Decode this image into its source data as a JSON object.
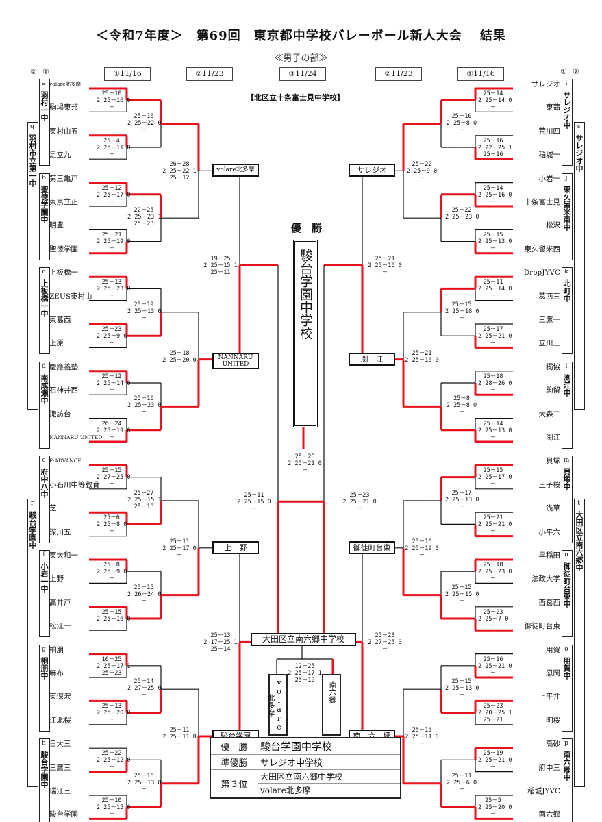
{
  "title": "＜令和7年度＞　第69回　東京都中学校バレーボール新人大会　 結果",
  "subtitle": "≪男子の部≫",
  "venue": "【北区立十条富士見中学校】",
  "col_labels": {
    "left_outer": "②",
    "left_inner": "①",
    "right_inner": "①",
    "right_outer": "②"
  },
  "rounds": [
    "①11/16",
    "②11/23",
    "③11/24",
    "②11/23",
    "①11/16"
  ],
  "left_teams": [
    "volare北多摩",
    "駒場東邦",
    "東村山五",
    "足立九",
    "第三亀戸",
    "東京立正",
    "明豊",
    "聖徳学園",
    "上板橋一",
    "ZEUS東村山",
    "東葛西",
    "上原",
    "慶應義塾",
    "石神井西",
    "諏訪台",
    "NANNARU UNITED",
    "F-ADVANCE",
    "小石川中等教育",
    "芝",
    "深川五",
    "東大和一",
    "上野",
    "高井戸",
    "松江一",
    "桐朋",
    "麻布",
    "東深沢",
    "江北桜",
    "日大三",
    "三鷹三",
    "瑞江三",
    "駿台学園"
  ],
  "right_teams": [
    "サレジオ",
    "東蒲",
    "荒川四",
    "稲城一",
    "小岩一",
    "十条富士見",
    "松沢",
    "東久留米西",
    "DropJYVC",
    "葛西三",
    "三鷹一",
    "立川三",
    "獨協",
    "駒留",
    "大森二",
    "渕江",
    "貝塚",
    "王子桜",
    "浅草",
    "小平六",
    "早稲田",
    "法政大学",
    "西葛西",
    "御徒町台東",
    "用賀",
    "忍岡",
    "上平井",
    "明桜",
    "高砂",
    "府中三",
    "稲城JYVC",
    "南六郷"
  ],
  "left_groups": [
    {
      "letter": "a",
      "name": "羽村一中"
    },
    {
      "letter": "b",
      "name": "聖徳学園中"
    },
    {
      "letter": "c",
      "name": "上板橋一中"
    },
    {
      "letter": "d",
      "name": "南成瀬中"
    },
    {
      "letter": "e",
      "name": "府中八中"
    },
    {
      "letter": "f",
      "name": "小岩一中"
    },
    {
      "letter": "g",
      "name": "桐朋中"
    },
    {
      "letter": "h",
      "name": "駿台学園中"
    }
  ],
  "left_outer_groups": [
    {
      "letter": "q",
      "name": "羽村市立第一中"
    },
    {
      "letter": "r",
      "name": "駿台学園中"
    }
  ],
  "right_groups": [
    {
      "letter": "i",
      "name": "サレジオ中"
    },
    {
      "letter": "j",
      "name": "東久留米南中"
    },
    {
      "letter": "k",
      "name": "北町中"
    },
    {
      "letter": "l",
      "name": "渕江中"
    },
    {
      "letter": "m",
      "name": "貝塚中"
    },
    {
      "letter": "n",
      "name": "御徒町台東中"
    },
    {
      "letter": "o",
      "name": "用賀中"
    },
    {
      "letter": "p",
      "name": "南六郷中"
    }
  ],
  "right_outer_groups": [
    {
      "letter": "s",
      "name": "サレジオ中"
    },
    {
      "letter": "t",
      "name": "大田区立南六郷中"
    }
  ],
  "left_r1_scores": [
    "25－10\n2 25－16 0\n－",
    "25－4\n2 25－11 0\n－",
    "25－12\n2 25－17 0\n－",
    "25－21\n2 25－19 0\n－",
    "25－13\n2 25－23 0\n－",
    "25－23\n2 25－9 0\n－",
    "25－12\n2 25－14 0\n－",
    "26－24\n2 25－19 0\n－",
    "25－15\n2 27－25 0\n－",
    "25－6\n2 25－8 0\n－",
    "25－8\n2 25－9 0\n－",
    "25－15\n2 25－16 0\n－",
    "16－25\n2 25－17 1\n25－23",
    "25－13\n2 25－20 0\n－",
    "25－22\n2 25－12 0\n－",
    "25－10\n2 25－15 0\n－"
  ],
  "left_r2_scores": [
    "25－16\n2 25－22 0\n－",
    "22－25\n2 25－23 1\n25－23",
    "25－19\n2 25－13 0\n－",
    "25－16\n2 25－23 0\n－",
    "25－27\n2 25－15 1\n25－18",
    "25－15\n2 26－24 0\n－",
    "25－14\n2 27－25 0\n－",
    "25－16\n2 25－13 0\n－"
  ],
  "left_r3_scores": [
    "26－28\n2 25－22 1\n25－12",
    "25－18\n2 25－20 0\n－",
    "25－11\n2 25－17 0\n－",
    "25－11\n2 25－11 0\n－"
  ],
  "left_qf_scores": [
    "19－25\n2 25－15 1\n25－11",
    "25－13\n2 17－25 1\n25－14"
  ],
  "left_sf_score": "25－11\n2 25－15 0\n－",
  "right_r1_scores": [
    "25－14\n2 25－14 0\n－",
    "25－16\n2 22－25 1\n25－16",
    "25－14\n2 25－16 0\n－",
    "25－15\n2 25－13 0\n－",
    "25－11\n2 25－14 0\n－",
    "25－17\n2 25－21 0\n－",
    "25－18\n2 28－26 0\n－",
    "25－14\n2 25－13 0\n－",
    "25－15\n2 25－17 0\n－",
    "25－21\n2 25－21 0\n－",
    "25－18\n2 25－23 0\n－",
    "25－23\n2 25－7 0\n－",
    "25－16\n2 25－21 0\n－",
    "25－23\n2 20－25 1\n25－21",
    "25－19\n2 25－21 0\n－",
    "25－5\n2 25－20 0\n－"
  ],
  "right_r2_scores": [
    "25－10\n2 25－8 0\n－",
    "25－22\n2 25－23 0\n－",
    "25－15\n2 25－18 0\n－",
    "25－8\n2 25－8 0\n－",
    "25－17\n2 25－13 0\n－",
    "25－15\n2 25－15 0\n－",
    "25－15\n2 25－13 0\n－",
    "25－11\n2 25－6 0\n－"
  ],
  "right_r3_scores": [
    "25－22\n2 25－9 0\n－",
    "25－21\n2 25－16 0\n－",
    "25－16\n2 25－19 0\n－",
    "25－15\n2 25－11 0\n－"
  ],
  "right_qf_scores": [
    "25－21\n2 25－16 0\n－",
    "25－23\n2 27－25 0\n－"
  ],
  "right_sf_score": "25－23\n2 25－21 0\n－",
  "final_score": "25－20\n2 25－21 0\n－",
  "third_score": "12－25\n2 25－17 1\n25－19",
  "left_qf_boxes": [
    "volare北多摩",
    "NANNARU UNITED",
    "上　野",
    "駿台学園"
  ],
  "right_qf_boxes": [
    "サレジオ",
    "渕　江",
    "御徒町台東",
    "南　六　郷"
  ],
  "champion_label": "優　勝",
  "champion": "駿台学園中学校",
  "third_place_box": "大田区立南六郷中学校",
  "third_left": "volare北多摩",
  "third_right": "南六郷",
  "results": {
    "r1_label": "優　勝",
    "r1_value": "駿台学園中学校",
    "r2_label": "準優勝",
    "r2_value": "サレジオ中学校",
    "r3_label": "第３位",
    "r3_value_a": "大田区立南六郷中学校",
    "r3_value_b": "volare北多摩"
  },
  "colors": {
    "win": "#e8121e",
    "line": "#111111"
  }
}
